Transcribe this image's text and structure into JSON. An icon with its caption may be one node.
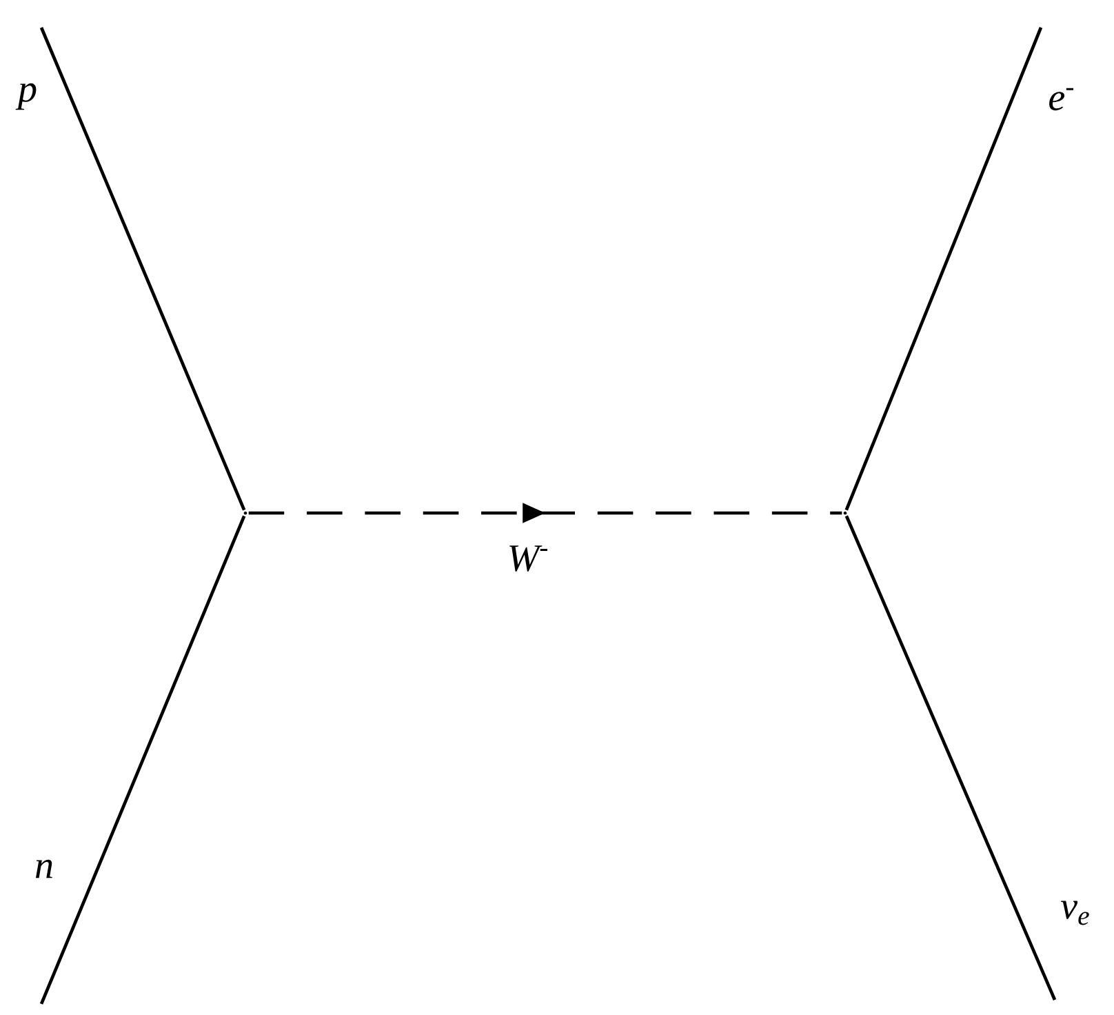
{
  "diagram": {
    "nodes": [
      {
        "text": [],
        "shape": "point"
      },
      {
        "text": [],
        "shape": "point"
      }
    ],
    "edges": [
      {
        "from": null,
        "to": 0,
        "arrow": "none"
      },
      {
        "from": null,
        "to": 0,
        "arrow": "none"
      },
      {
        "from": 0,
        "to": 1,
        "arrow": "to",
        "style": "dashed",
        "label": "W$^{-}$"
      },
      {
        "from": 1,
        "to": null,
        "arrow": "none"
      },
      {
        "from": 1,
        "to": null,
        "arrow": "none"
      }
    ],
    "labels": [
      "p",
      "e$^{-}$",
      "n",
      "ν$_{e}$"
    ]
  }
}
